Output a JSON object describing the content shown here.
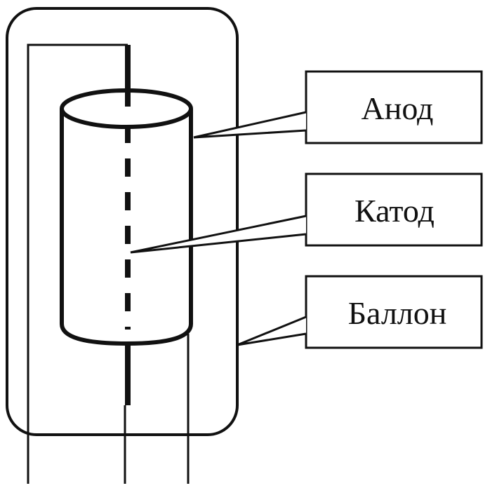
{
  "diagram": {
    "labels": {
      "anode": "Анод",
      "cathode": "Катод",
      "bulb": "Баллон"
    }
  },
  "colors": {
    "ink": "#111111",
    "background": "#ffffff"
  }
}
